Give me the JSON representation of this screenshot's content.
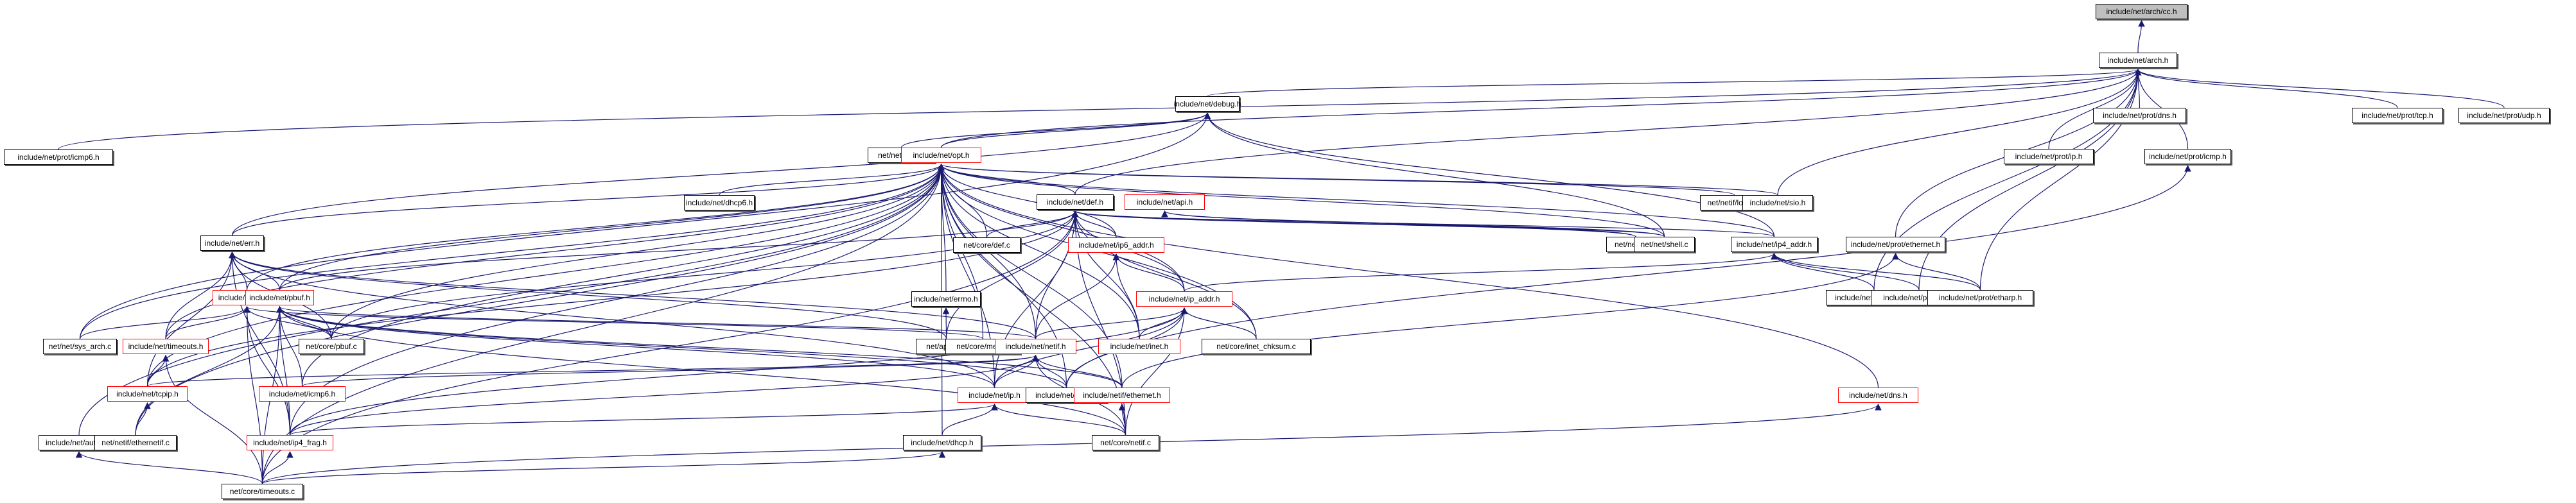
{
  "title": "include/net/arch/cc.h include dependency graph",
  "colors": {
    "edge": "#191970",
    "root_fill": "#bfbfbf",
    "truncated_border": "#ff0000",
    "border": "#000000"
  },
  "nodes": [
    {
      "id": "cc",
      "label": "include/net/arch/cc.h",
      "root": true
    },
    {
      "id": "arch",
      "label": "include/net/arch.h"
    },
    {
      "id": "debug",
      "label": "include/net/debug.h"
    },
    {
      "id": "icmp6h_prot",
      "label": "include/net/prot/icmp6.h"
    },
    {
      "id": "dns_prot",
      "label": "include/net/prot/dns.h"
    },
    {
      "id": "tcp_prot",
      "label": "include/net/prot/tcp.h"
    },
    {
      "id": "udp_prot",
      "label": "include/net/prot/udp.h"
    },
    {
      "id": "arp",
      "label": "net/netif/arp.c"
    },
    {
      "id": "opt",
      "label": "include/net/opt.h",
      "red": true
    },
    {
      "id": "ip_prot",
      "label": "include/net/prot/ip.h"
    },
    {
      "id": "icmp_prot",
      "label": "include/net/prot/icmp.h"
    },
    {
      "id": "dhcp6",
      "label": "include/net/dhcp6.h"
    },
    {
      "id": "def",
      "label": "include/net/def.h"
    },
    {
      "id": "api",
      "label": "include/net/api.h",
      "red": true
    },
    {
      "id": "loopif",
      "label": "net/netif/loopif.c"
    },
    {
      "id": "sio",
      "label": "include/net/sio.h"
    },
    {
      "id": "err",
      "label": "include/net/err.h"
    },
    {
      "id": "defc",
      "label": "net/core/def.c"
    },
    {
      "id": "ip6addr",
      "label": "include/net/ip6_addr.h",
      "red": true
    },
    {
      "id": "bot",
      "label": "net/net/bot.c"
    },
    {
      "id": "shell",
      "label": "net/net/shell.c"
    },
    {
      "id": "ip4addr",
      "label": "include/net/ip4_addr.h"
    },
    {
      "id": "eth_prot",
      "label": "include/net/prot/ethernet.h"
    },
    {
      "id": "sys",
      "label": "include/net/sys.h",
      "red": true
    },
    {
      "id": "pbuf",
      "label": "include/net/pbuf.h",
      "red": true
    },
    {
      "id": "errno",
      "label": "include/net/errno.h"
    },
    {
      "id": "ipaddr",
      "label": "include/net/ip_addr.h",
      "red": true
    },
    {
      "id": "igmp_prot",
      "label": "include/net/prot/igmp.h"
    },
    {
      "id": "ip4_prot",
      "label": "include/net/prot/ip4.h"
    },
    {
      "id": "etharp_prot",
      "label": "include/net/prot/etharp.h"
    },
    {
      "id": "sysarch",
      "label": "net/net/sys_arch.c"
    },
    {
      "id": "timeouts",
      "label": "include/net/timeouts.h",
      "red": true
    },
    {
      "id": "pbufc",
      "label": "net/core/pbuf.c"
    },
    {
      "id": "errc",
      "label": "net/api/err.c"
    },
    {
      "id": "memc",
      "label": "net/core/mem.c"
    },
    {
      "id": "netif",
      "label": "include/net/netif.h",
      "red": true
    },
    {
      "id": "inet",
      "label": "include/net/inet.h",
      "red": true
    },
    {
      "id": "chksum",
      "label": "net/core/inet_chksum.c"
    },
    {
      "id": "tcpip",
      "label": "include/net/tcpip.h",
      "red": true
    },
    {
      "id": "icmp6",
      "label": "include/net/icmp6.h",
      "red": true
    },
    {
      "id": "ip",
      "label": "include/net/ip.h",
      "red": true
    },
    {
      "id": "icmp",
      "label": "include/net/icmp.h"
    },
    {
      "id": "netif_eth",
      "label": "include/netif/ethernet.h",
      "red": true
    },
    {
      "id": "dns",
      "label": "include/net/dns.h",
      "red": true
    },
    {
      "id": "autoip",
      "label": "include/net/autoip.h"
    },
    {
      "id": "ethernetif",
      "label": "net/netif/ethernetif.c"
    },
    {
      "id": "ip4frag",
      "label": "include/net/ip4_frag.h",
      "red": true
    },
    {
      "id": "dhcp",
      "label": "include/net/dhcp.h"
    },
    {
      "id": "netifc",
      "label": "net/core/netif.c"
    },
    {
      "id": "timeoutsc",
      "label": "net/core/timeouts.c"
    }
  ],
  "edges": [
    [
      "arch",
      "cc"
    ],
    [
      "debug",
      "arch"
    ],
    [
      "icmp6h_prot",
      "arch"
    ],
    [
      "dns_prot",
      "arch"
    ],
    [
      "tcp_prot",
      "arch"
    ],
    [
      "udp_prot",
      "arch"
    ],
    [
      "ip_prot",
      "arch"
    ],
    [
      "icmp_prot",
      "arch"
    ],
    [
      "sio",
      "arch"
    ],
    [
      "eth_prot",
      "arch"
    ],
    [
      "igmp_prot",
      "arch"
    ],
    [
      "ip4_prot",
      "arch"
    ],
    [
      "etharp_prot",
      "arch"
    ],
    [
      "opt",
      "arch"
    ],
    [
      "def",
      "arch"
    ],
    [
      "opt",
      "debug"
    ],
    [
      "arp",
      "debug"
    ],
    [
      "sysarch",
      "debug"
    ],
    [
      "err",
      "debug"
    ],
    [
      "shell",
      "debug"
    ],
    [
      "ip4addr",
      "debug"
    ],
    [
      "dhcp6",
      "opt"
    ],
    [
      "def",
      "opt"
    ],
    [
      "err",
      "opt"
    ],
    [
      "defc",
      "opt"
    ],
    [
      "loopif",
      "opt"
    ],
    [
      "sio",
      "opt"
    ],
    [
      "ip6addr",
      "opt"
    ],
    [
      "shell",
      "opt"
    ],
    [
      "sys",
      "opt"
    ],
    [
      "pbuf",
      "opt"
    ],
    [
      "errno",
      "opt"
    ],
    [
      "ipaddr",
      "opt"
    ],
    [
      "sysarch",
      "opt"
    ],
    [
      "timeouts",
      "opt"
    ],
    [
      "pbufc",
      "opt"
    ],
    [
      "memc",
      "opt"
    ],
    [
      "netif",
      "opt"
    ],
    [
      "inet",
      "opt"
    ],
    [
      "chksum",
      "opt"
    ],
    [
      "tcpip",
      "opt"
    ],
    [
      "icmp6",
      "opt"
    ],
    [
      "ip",
      "opt"
    ],
    [
      "icmp",
      "opt"
    ],
    [
      "netif_eth",
      "opt"
    ],
    [
      "dns",
      "opt"
    ],
    [
      "autoip",
      "opt"
    ],
    [
      "ethernetif",
      "opt"
    ],
    [
      "ip4frag",
      "opt"
    ],
    [
      "dhcp",
      "opt"
    ],
    [
      "netifc",
      "opt"
    ],
    [
      "timeoutsc",
      "opt"
    ],
    [
      "ip4addr",
      "opt"
    ],
    [
      "defc",
      "def"
    ],
    [
      "ip6addr",
      "def"
    ],
    [
      "ip4addr",
      "def"
    ],
    [
      "bot",
      "def"
    ],
    [
      "shell",
      "def"
    ],
    [
      "pbuf",
      "def"
    ],
    [
      "ipaddr",
      "def"
    ],
    [
      "netif",
      "def"
    ],
    [
      "inet",
      "def"
    ],
    [
      "chksum",
      "def"
    ],
    [
      "pbufc",
      "def"
    ],
    [
      "errc",
      "def"
    ],
    [
      "ip",
      "def"
    ],
    [
      "netifc",
      "def"
    ],
    [
      "timeoutsc",
      "def"
    ],
    [
      "tcpip",
      "def"
    ],
    [
      "bot",
      "api"
    ],
    [
      "shell",
      "api"
    ],
    [
      "sys",
      "err"
    ],
    [
      "pbuf",
      "err"
    ],
    [
      "netif",
      "err"
    ],
    [
      "tcpip",
      "err"
    ],
    [
      "timeouts",
      "err"
    ],
    [
      "errc",
      "err"
    ],
    [
      "ip",
      "err"
    ],
    [
      "ip4frag",
      "err"
    ],
    [
      "pbufc",
      "err"
    ],
    [
      "errc",
      "errno"
    ],
    [
      "ipaddr",
      "ip6addr"
    ],
    [
      "inet",
      "ip6addr"
    ],
    [
      "netif",
      "ip6addr"
    ],
    [
      "ipaddr",
      "ip4addr"
    ],
    [
      "igmp_prot",
      "ip4addr"
    ],
    [
      "ip4_prot",
      "ip4addr"
    ],
    [
      "etharp_prot",
      "ip4addr"
    ],
    [
      "etharp_prot",
      "eth_prot"
    ],
    [
      "netif_eth",
      "eth_prot"
    ],
    [
      "sysarch",
      "sys"
    ],
    [
      "timeouts",
      "sys"
    ],
    [
      "memc",
      "sys"
    ],
    [
      "pbufc",
      "sys"
    ],
    [
      "timeoutsc",
      "sys"
    ],
    [
      "ip4frag",
      "sys"
    ],
    [
      "netif",
      "pbuf"
    ],
    [
      "ip",
      "pbuf"
    ],
    [
      "pbufc",
      "pbuf"
    ],
    [
      "icmp",
      "pbuf"
    ],
    [
      "netif_eth",
      "pbuf"
    ],
    [
      "ethernetif",
      "pbuf"
    ],
    [
      "ip4frag",
      "pbuf"
    ],
    [
      "icmp6",
      "pbuf"
    ],
    [
      "timeoutsc",
      "pbuf"
    ],
    [
      "netifc",
      "pbuf"
    ],
    [
      "netif",
      "ipaddr"
    ],
    [
      "inet",
      "ipaddr"
    ],
    [
      "chksum",
      "ipaddr"
    ],
    [
      "ip",
      "ipaddr"
    ],
    [
      "icmp",
      "ipaddr"
    ],
    [
      "netifc",
      "ipaddr"
    ],
    [
      "ip4frag",
      "ipaddr"
    ],
    [
      "tcpip",
      "timeouts"
    ],
    [
      "timeoutsc",
      "timeouts"
    ],
    [
      "ip",
      "netif"
    ],
    [
      "icmp",
      "netif"
    ],
    [
      "netif_eth",
      "netif"
    ],
    [
      "tcpip",
      "netif"
    ],
    [
      "icmp6",
      "netif"
    ],
    [
      "ip4frag",
      "netif"
    ],
    [
      "netifc",
      "netif"
    ],
    [
      "ethernetif",
      "tcpip"
    ],
    [
      "ip4frag",
      "ip"
    ],
    [
      "netifc",
      "ip"
    ],
    [
      "dhcp",
      "ip"
    ],
    [
      "netifc",
      "netif_eth"
    ],
    [
      "timeoutsc",
      "dns"
    ],
    [
      "timeoutsc",
      "autoip"
    ],
    [
      "timeoutsc",
      "ip4frag"
    ],
    [
      "timeoutsc",
      "dhcp"
    ],
    [
      "icmp",
      "icmp_prot"
    ]
  ]
}
